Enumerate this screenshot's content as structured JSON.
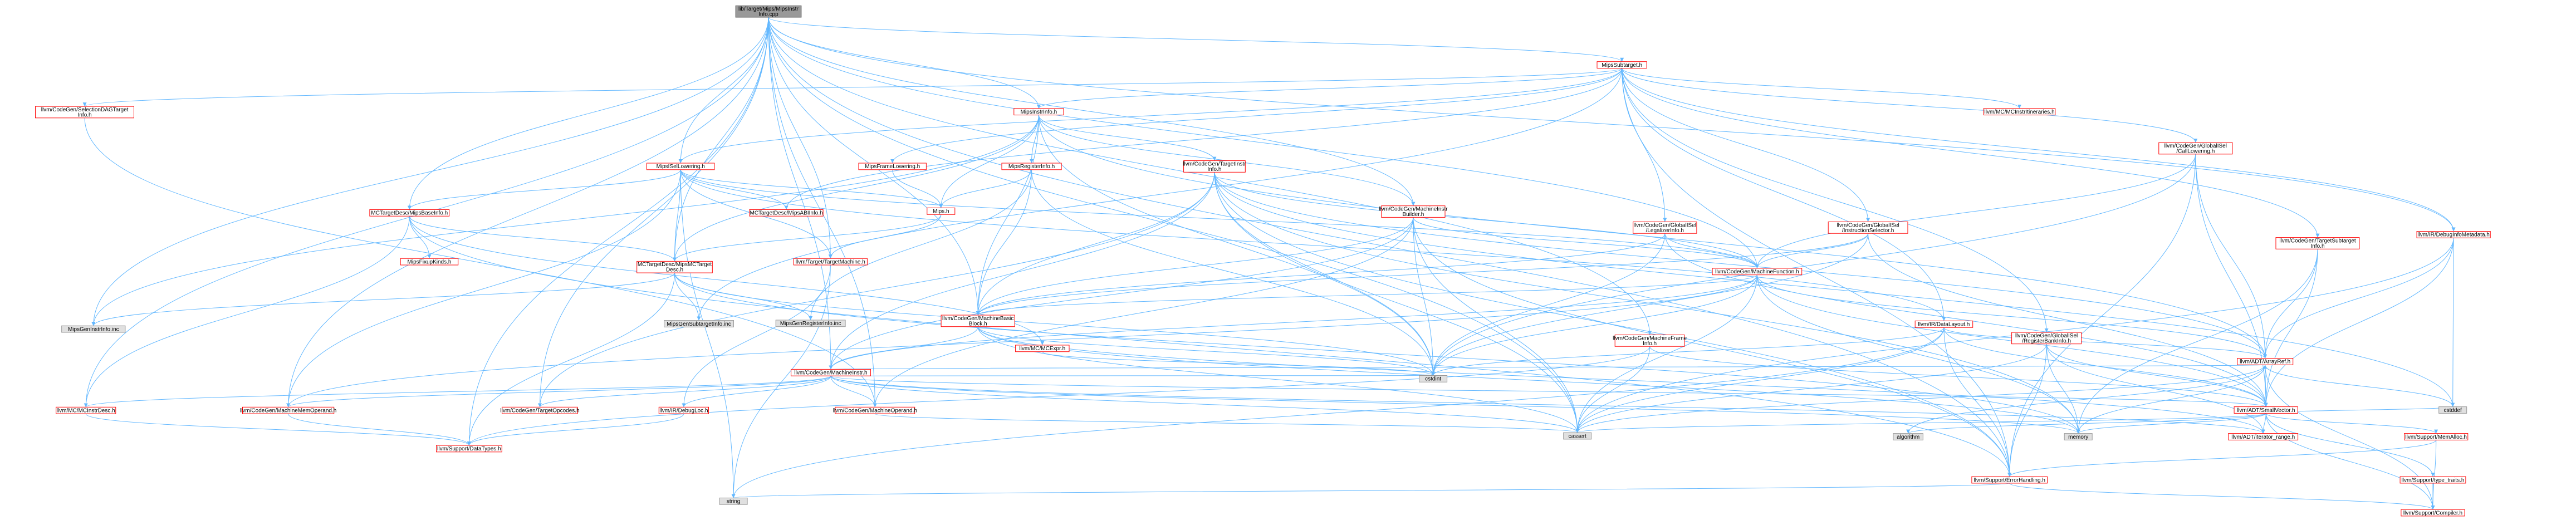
{
  "colors": {
    "root_fill": "#999999",
    "node_fill": "#ffffff",
    "external_fill": "#e0e0e0",
    "local_border": "#ff0000",
    "external_border": "#999999",
    "edge": "#63b8ff"
  },
  "nodes": [
    {
      "id": "root",
      "lines": [
        "lib/Target/Mips/MipsInstr",
        "Info.cpp"
      ],
      "kind": "root"
    },
    {
      "id": "subtarget",
      "lines": [
        "MipsSubtarget.h"
      ],
      "kind": "local"
    },
    {
      "id": "instrinfo",
      "lines": [
        "MipsInstrInfo.h"
      ],
      "kind": "local"
    },
    {
      "id": "seldag",
      "lines": [
        "llvm/CodeGen/SelectionDAGTarget",
        "Info.h"
      ],
      "kind": "local"
    },
    {
      "id": "mcinstrit",
      "lines": [
        "llvm/MC/MCInstrItineraries.h"
      ],
      "kind": "local"
    },
    {
      "id": "callowering",
      "lines": [
        "llvm/CodeGen/GlobalISel",
        "/CallLowering.h"
      ],
      "kind": "local"
    },
    {
      "id": "debuginfometa",
      "lines": [
        "llvm/IR/DebugInfoMetadata.h"
      ],
      "kind": "local"
    },
    {
      "id": "isellowering",
      "lines": [
        "MipsISelLowering.h"
      ],
      "kind": "local"
    },
    {
      "id": "framelowering",
      "lines": [
        "MipsFrameLowering.h"
      ],
      "kind": "local"
    },
    {
      "id": "reginfo",
      "lines": [
        "MipsRegisterInfo.h"
      ],
      "kind": "local"
    },
    {
      "id": "targetinstrinfo",
      "lines": [
        "llvm/CodeGen/TargetInstr",
        "Info.h"
      ],
      "kind": "local"
    },
    {
      "id": "mibuilder",
      "lines": [
        "llvm/CodeGen/MachineInstr",
        "Builder.h"
      ],
      "kind": "local"
    },
    {
      "id": "legalizerinfo",
      "lines": [
        "llvm/CodeGen/GlobalISel",
        "/LegalizerInfo.h"
      ],
      "kind": "local"
    },
    {
      "id": "instrselector",
      "lines": [
        "llvm/CodeGen/GlobalISel",
        "/InstructionSelector.h"
      ],
      "kind": "local"
    },
    {
      "id": "targetsubtarget",
      "lines": [
        "llvm/CodeGen/TargetSubtarget",
        "Info.h"
      ],
      "kind": "local"
    },
    {
      "id": "mipsbaseinfo",
      "lines": [
        "MCTargetDesc/MipsBaseInfo.h"
      ],
      "kind": "local"
    },
    {
      "id": "mipsh",
      "lines": [
        "Mips.h"
      ],
      "kind": "local"
    },
    {
      "id": "abiinfo",
      "lines": [
        "MCTargetDesc/MipsABIInfo.h"
      ],
      "kind": "local"
    },
    {
      "id": "machinefunction",
      "lines": [
        "llvm/CodeGen/MachineFunction.h"
      ],
      "kind": "local"
    },
    {
      "id": "fixupkinds",
      "lines": [
        "MipsFixupKinds.h"
      ],
      "kind": "local"
    },
    {
      "id": "mcdesc",
      "lines": [
        "MCTargetDesc/MipsMCTarget",
        "Desc.h"
      ],
      "kind": "local"
    },
    {
      "id": "targetmachine",
      "lines": [
        "llvm/Target/TargetMachine.h"
      ],
      "kind": "local"
    },
    {
      "id": "datalayout",
      "lines": [
        "llvm/IR/DataLayout.h"
      ],
      "kind": "local"
    },
    {
      "id": "genreginfo",
      "lines": [
        "MipsGenInstrInfo.inc"
      ],
      "kind": "external"
    },
    {
      "id": "gensubinfo",
      "lines": [
        "MipsGenSubtargetInfo.inc"
      ],
      "kind": "external"
    },
    {
      "id": "genregisterinfo",
      "lines": [
        "MipsGenRegisterInfo.inc"
      ],
      "kind": "external"
    },
    {
      "id": "mbb",
      "lines": [
        "llvm/CodeGen/MachineBasic",
        "Block.h"
      ],
      "kind": "local"
    },
    {
      "id": "mcexpr",
      "lines": [
        "llvm/MC/MCExpr.h"
      ],
      "kind": "local"
    },
    {
      "id": "mframeinfo",
      "lines": [
        "llvm/CodeGen/MachineFrame",
        "Info.h"
      ],
      "kind": "local"
    },
    {
      "id": "regbankinfo",
      "lines": [
        "llvm/CodeGen/GlobalISel",
        "/RegisterBankInfo.h"
      ],
      "kind": "local"
    },
    {
      "id": "arrayref",
      "lines": [
        "llvm/ADT/ArrayRef.h"
      ],
      "kind": "local"
    },
    {
      "id": "machineinstr",
      "lines": [
        "llvm/CodeGen/MachineInstr.h"
      ],
      "kind": "local"
    },
    {
      "id": "cstdint",
      "lines": [
        "cstdint"
      ],
      "kind": "external"
    },
    {
      "id": "smallvector",
      "lines": [
        "llvm/ADT/SmallVector.h"
      ],
      "kind": "local"
    },
    {
      "id": "cstddef",
      "lines": [
        "cstddef"
      ],
      "kind": "external"
    },
    {
      "id": "mcinstrdesc",
      "lines": [
        "llvm/MC/MCInstrDesc.h"
      ],
      "kind": "local"
    },
    {
      "id": "mmo",
      "lines": [
        "llvm/CodeGen/MachineMemOperand.h"
      ],
      "kind": "local"
    },
    {
      "id": "opcodes",
      "lines": [
        "llvm/CodeGen/TargetOpcodes.h"
      ],
      "kind": "local"
    },
    {
      "id": "debugloc",
      "lines": [
        "llvm/IR/DebugLoc.h"
      ],
      "kind": "local"
    },
    {
      "id": "moperand",
      "lines": [
        "llvm/CodeGen/MachineOperand.h"
      ],
      "kind": "local"
    },
    {
      "id": "cassert",
      "lines": [
        "cassert"
      ],
      "kind": "external"
    },
    {
      "id": "memory",
      "lines": [
        "memory"
      ],
      "kind": "external"
    },
    {
      "id": "algorithm",
      "lines": [
        "algorithm"
      ],
      "kind": "external"
    },
    {
      "id": "iterrange",
      "lines": [
        "llvm/ADT/iterator_range.h"
      ],
      "kind": "local"
    },
    {
      "id": "memalloc",
      "lines": [
        "llvm/Support/MemAlloc.h"
      ],
      "kind": "local"
    },
    {
      "id": "datatypes",
      "lines": [
        "llvm/Support/DataTypes.h"
      ],
      "kind": "local"
    },
    {
      "id": "errorhandling",
      "lines": [
        "llvm/Support/ErrorHandling.h"
      ],
      "kind": "local"
    },
    {
      "id": "typetraits",
      "lines": [
        "llvm/Support/type_traits.h"
      ],
      "kind": "local"
    },
    {
      "id": "string",
      "lines": [
        "string"
      ],
      "kind": "external"
    },
    {
      "id": "compiler",
      "lines": [
        "llvm/Support/Compiler.h"
      ],
      "kind": "local"
    }
  ],
  "edges": [
    [
      "root",
      "subtarget"
    ],
    [
      "root",
      "instrinfo"
    ],
    [
      "root",
      "mibuilder"
    ],
    [
      "root",
      "mbb"
    ],
    [
      "root",
      "machinefunction"
    ],
    [
      "root",
      "mframeinfo"
    ],
    [
      "root",
      "targetmachine"
    ],
    [
      "root",
      "mcinstrdesc"
    ],
    [
      "root",
      "machineinstr"
    ],
    [
      "root",
      "moperand"
    ],
    [
      "root",
      "mmo"
    ],
    [
      "root",
      "opcodes"
    ],
    [
      "root",
      "datatypes"
    ],
    [
      "root",
      "errorhandling"
    ],
    [
      "root",
      "cassert"
    ],
    [
      "root",
      "mcdesc"
    ],
    [
      "root",
      "mipsbaseinfo"
    ],
    [
      "root",
      "genreginfo"
    ],
    [
      "root",
      "isellowering"
    ],
    [
      "root",
      "debuginfometa"
    ],
    [
      "subtarget",
      "seldag"
    ],
    [
      "subtarget",
      "mcinstrit"
    ],
    [
      "subtarget",
      "callowering"
    ],
    [
      "subtarget",
      "debuginfometa"
    ],
    [
      "subtarget",
      "isellowering"
    ],
    [
      "subtarget",
      "framelowering"
    ],
    [
      "subtarget",
      "instrinfo"
    ],
    [
      "subtarget",
      "legalizerinfo"
    ],
    [
      "subtarget",
      "instrselector"
    ],
    [
      "subtarget",
      "regbankinfo"
    ],
    [
      "subtarget",
      "targetsubtarget"
    ],
    [
      "subtarget",
      "datalayout"
    ],
    [
      "subtarget",
      "gensubinfo"
    ],
    [
      "subtarget",
      "abiinfo"
    ],
    [
      "subtarget",
      "errorhandling"
    ],
    [
      "instrinfo",
      "reginfo"
    ],
    [
      "instrinfo",
      "targetinstrinfo"
    ],
    [
      "instrinfo",
      "mibuilder"
    ],
    [
      "instrinfo",
      "mbb"
    ],
    [
      "instrinfo",
      "mcdesc"
    ],
    [
      "instrinfo",
      "genreginfo"
    ],
    [
      "instrinfo",
      "cstdint"
    ],
    [
      "instrinfo",
      "arrayref"
    ],
    [
      "instrinfo",
      "mipsh"
    ],
    [
      "seldag",
      "moperand"
    ],
    [
      "callowering",
      "arrayref"
    ],
    [
      "callowering",
      "smallvector"
    ],
    [
      "callowering",
      "machinefunction"
    ],
    [
      "callowering",
      "cstdint"
    ],
    [
      "callowering",
      "errorhandling"
    ],
    [
      "debuginfometa",
      "arrayref"
    ],
    [
      "debuginfometa",
      "smallvector"
    ],
    [
      "debuginfometa",
      "cassert"
    ],
    [
      "debuginfometa",
      "cstddef"
    ],
    [
      "isellowering",
      "mipsbaseinfo"
    ],
    [
      "isellowering",
      "mipsh"
    ],
    [
      "isellowering",
      "abiinfo"
    ],
    [
      "isellowering",
      "mcdesc"
    ],
    [
      "isellowering",
      "targetmachine"
    ],
    [
      "isellowering",
      "machinefunction"
    ],
    [
      "isellowering",
      "string"
    ],
    [
      "isellowering",
      "mmo"
    ],
    [
      "isellowering",
      "datalayout"
    ],
    [
      "framelowering",
      "mipsh"
    ],
    [
      "reginfo",
      "mipsh"
    ],
    [
      "reginfo",
      "mbb"
    ],
    [
      "reginfo",
      "genregisterinfo"
    ],
    [
      "reginfo",
      "cstdint"
    ],
    [
      "targetinstrinfo",
      "mbb"
    ],
    [
      "targetinstrinfo",
      "machinefunction"
    ],
    [
      "targetinstrinfo",
      "machineinstr"
    ],
    [
      "targetinstrinfo",
      "arrayref"
    ],
    [
      "targetinstrinfo",
      "cstdint"
    ],
    [
      "targetinstrinfo",
      "cassert"
    ],
    [
      "targetinstrinfo",
      "cstddef"
    ],
    [
      "targetinstrinfo",
      "memory"
    ],
    [
      "targetinstrinfo",
      "opcodes"
    ],
    [
      "targetinstrinfo",
      "errorhandling"
    ],
    [
      "mibuilder",
      "mbb"
    ],
    [
      "mibuilder",
      "machinefunction"
    ],
    [
      "mibuilder",
      "machineinstr"
    ],
    [
      "mibuilder",
      "moperand"
    ],
    [
      "mibuilder",
      "cstdint"
    ],
    [
      "mibuilder",
      "cassert"
    ],
    [
      "mibuilder",
      "errorhandling"
    ],
    [
      "legalizerinfo",
      "machinefunction"
    ],
    [
      "legalizerinfo",
      "smallvector"
    ],
    [
      "legalizerinfo",
      "cstdint"
    ],
    [
      "legalizerinfo",
      "mbb"
    ],
    [
      "instrselector",
      "machinefunction"
    ],
    [
      "instrselector",
      "cstdint"
    ],
    [
      "instrselector",
      "mbb"
    ],
    [
      "instrselector",
      "smallvector"
    ],
    [
      "targetsubtarget",
      "arrayref"
    ],
    [
      "targetsubtarget",
      "smallvector"
    ],
    [
      "targetsubtarget",
      "memory"
    ],
    [
      "mipsbaseinfo",
      "mcdesc"
    ],
    [
      "mipsbaseinfo",
      "fixupkinds"
    ],
    [
      "mipsbaseinfo",
      "mcexpr"
    ],
    [
      "mipsbaseinfo",
      "mcinstrdesc"
    ],
    [
      "mipsbaseinfo",
      "errorhandling"
    ],
    [
      "mipsh",
      "mcdesc"
    ],
    [
      "mipsh",
      "targetmachine"
    ],
    [
      "machinefunction",
      "arrayref"
    ],
    [
      "machinefunction",
      "smallvector"
    ],
    [
      "machinefunction",
      "mbb"
    ],
    [
      "machinefunction",
      "cassert"
    ],
    [
      "machinefunction",
      "cstdint"
    ],
    [
      "machinefunction",
      "memory"
    ],
    [
      "machinefunction",
      "machineinstr"
    ],
    [
      "machinefunction",
      "mmo"
    ],
    [
      "mcdesc",
      "genreginfo"
    ],
    [
      "mcdesc",
      "gensubinfo"
    ],
    [
      "mcdesc",
      "genregisterinfo"
    ],
    [
      "mcdesc",
      "datatypes"
    ],
    [
      "mcdesc",
      "memory"
    ],
    [
      "mcdesc",
      "cstdint"
    ],
    [
      "targetmachine",
      "debugloc"
    ],
    [
      "targetmachine",
      "string"
    ],
    [
      "datalayout",
      "arrayref"
    ],
    [
      "datalayout",
      "smallvector"
    ],
    [
      "datalayout",
      "cstdint"
    ],
    [
      "datalayout",
      "string"
    ],
    [
      "datalayout",
      "cassert"
    ],
    [
      "datalayout",
      "errorhandling"
    ],
    [
      "mbb",
      "machineinstr"
    ],
    [
      "mbb",
      "cassert"
    ],
    [
      "mbb",
      "memory"
    ],
    [
      "mbb",
      "iterrange"
    ],
    [
      "mbb",
      "cstdint"
    ],
    [
      "mcexpr",
      "cstdint"
    ],
    [
      "mframeinfo",
      "smallvector"
    ],
    [
      "mframeinfo",
      "cassert"
    ],
    [
      "mframeinfo",
      "datatypes"
    ],
    [
      "regbankinfo",
      "smallvector"
    ],
    [
      "regbankinfo",
      "iterrange"
    ],
    [
      "regbankinfo",
      "errorhandling"
    ],
    [
      "regbankinfo",
      "memory"
    ],
    [
      "regbankinfo",
      "cassert"
    ],
    [
      "arrayref",
      "smallvector"
    ],
    [
      "arrayref",
      "cassert"
    ],
    [
      "arrayref",
      "algorithm"
    ],
    [
      "arrayref",
      "memory"
    ],
    [
      "arrayref",
      "cstddef"
    ],
    [
      "arrayref",
      "compiler"
    ],
    [
      "machineinstr",
      "mcinstrdesc"
    ],
    [
      "machineinstr",
      "mmo"
    ],
    [
      "machineinstr",
      "opcodes"
    ],
    [
      "machineinstr",
      "debugloc"
    ],
    [
      "machineinstr",
      "moperand"
    ],
    [
      "machineinstr",
      "cstdint"
    ],
    [
      "machineinstr",
      "cassert"
    ],
    [
      "machineinstr",
      "arrayref"
    ],
    [
      "machineinstr",
      "smallvector"
    ],
    [
      "machineinstr",
      "memory"
    ],
    [
      "machineinstr",
      "iterrange"
    ],
    [
      "smallvector",
      "memalloc"
    ],
    [
      "smallvector",
      "typetraits"
    ],
    [
      "smallvector",
      "algorithm"
    ],
    [
      "smallvector",
      "cassert"
    ],
    [
      "smallvector",
      "cstddef"
    ],
    [
      "smallvector",
      "memory"
    ],
    [
      "smallvector",
      "iterrange"
    ],
    [
      "smallvector",
      "compiler"
    ],
    [
      "mcinstrdesc",
      "datatypes"
    ],
    [
      "mmo",
      "datatypes"
    ],
    [
      "moperand",
      "cassert"
    ],
    [
      "debugloc",
      "datatypes"
    ],
    [
      "memalloc",
      "errorhandling"
    ],
    [
      "memalloc",
      "compiler"
    ],
    [
      "errorhandling",
      "compiler"
    ],
    [
      "errorhandling",
      "string"
    ],
    [
      "typetraits",
      "compiler"
    ]
  ]
}
